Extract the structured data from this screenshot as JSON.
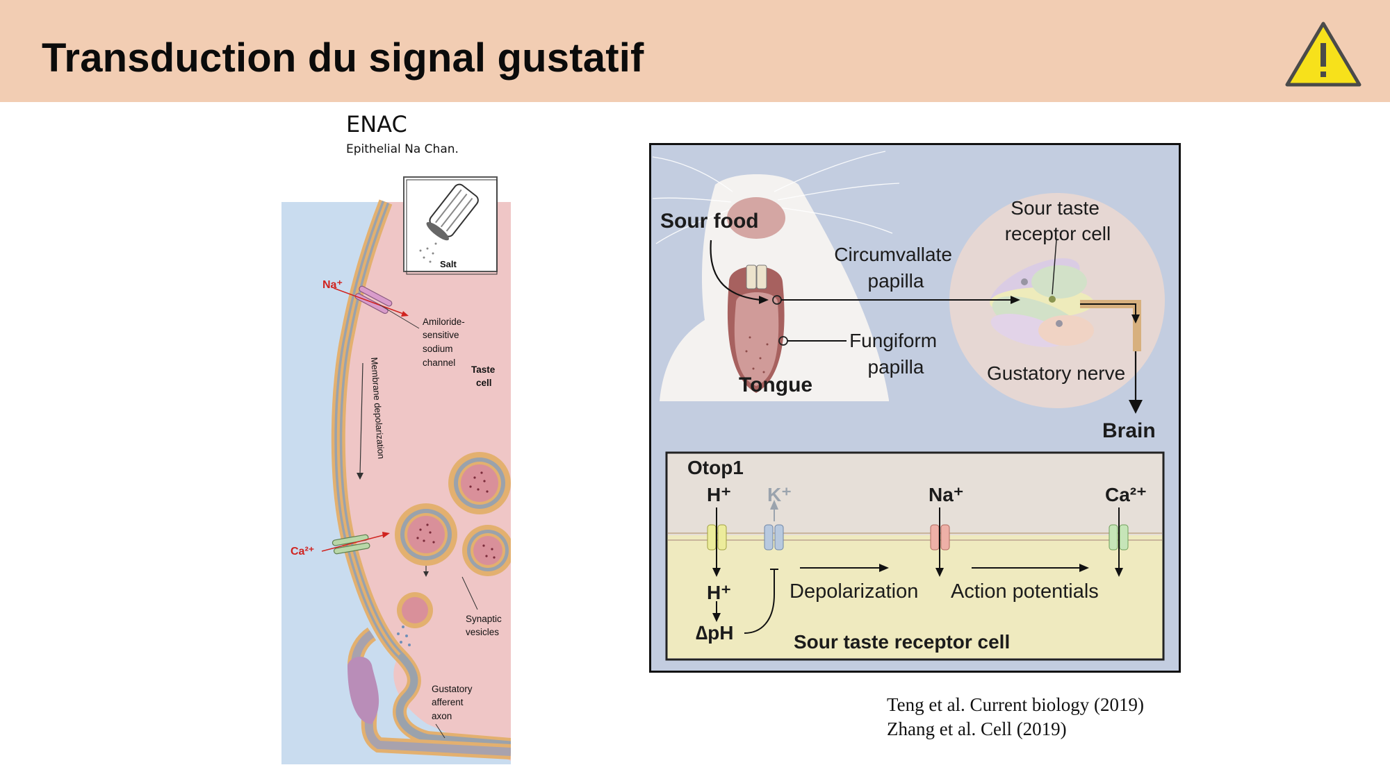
{
  "slide": {
    "title": "Transduction du signal gustatif",
    "warning_icon": "warning-triangle-icon",
    "header_color": "#f2cdb3"
  },
  "enac": {
    "title": "ENAC",
    "subtitle": "Epithelial Na Chan."
  },
  "left_figure": {
    "salt_label": "Salt",
    "na_ion": "Na⁺",
    "ca_ion": "Ca²⁺",
    "channel_label": [
      "Amiloride-",
      "sensitive",
      "sodium",
      "channel"
    ],
    "cell_label": [
      "Taste",
      "cell"
    ],
    "membrane_label": "Membrane depolarization",
    "vesicles_label": [
      "Synaptic",
      "vesicles"
    ],
    "axon_label": [
      "Gustatory",
      "afferent",
      "axon"
    ]
  },
  "right_figure": {
    "sour_food": "Sour food",
    "circumvallate": [
      "Circumvallate",
      "papilla"
    ],
    "fungiform": [
      "Fungiform",
      "papilla"
    ],
    "tongue": "Tongue",
    "receptor_cell": [
      "Sour taste",
      "receptor cell"
    ],
    "gustatory_nerve": "Gustatory nerve",
    "brain": "Brain",
    "otop1": "Otop1",
    "ions": {
      "h": "H⁺",
      "k": "K⁺",
      "na": "Na⁺",
      "ca": "Ca²⁺"
    },
    "h_inside": "H⁺",
    "delta_ph": "∆pH",
    "depolarization": "Depolarization",
    "action_potentials": "Action potentials",
    "cell_caption": "Sour taste receptor cell"
  },
  "references": [
    "Teng et al. Current biology (2019)",
    "Zhang et al. Cell (2019)"
  ]
}
